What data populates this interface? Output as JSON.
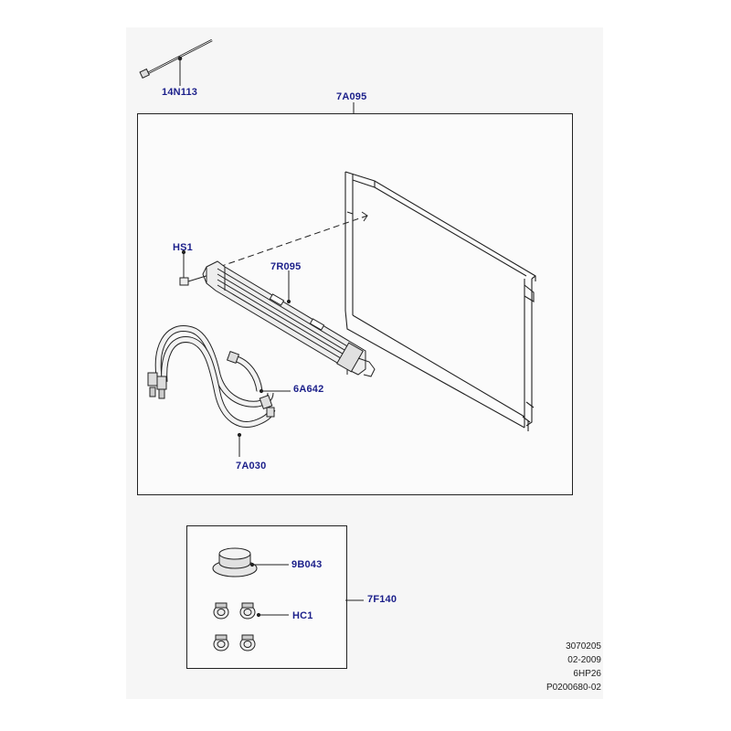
{
  "diagram": {
    "parts": {
      "p14n113": "14N113",
      "p7a095": "7A095",
      "phs1": "HS1",
      "p7r095": "7R095",
      "p6a642": "6A642",
      "p7a030": "7A030",
      "p9b043": "9B043",
      "phc1": "HC1",
      "p7f140": "7F140"
    },
    "reference": {
      "line1": "3070205",
      "line2": "02-2009",
      "line3": "6HP26",
      "line4": "P0200680-02"
    },
    "colors": {
      "callout": "#1b1f8a",
      "line": "#222222"
    }
  }
}
